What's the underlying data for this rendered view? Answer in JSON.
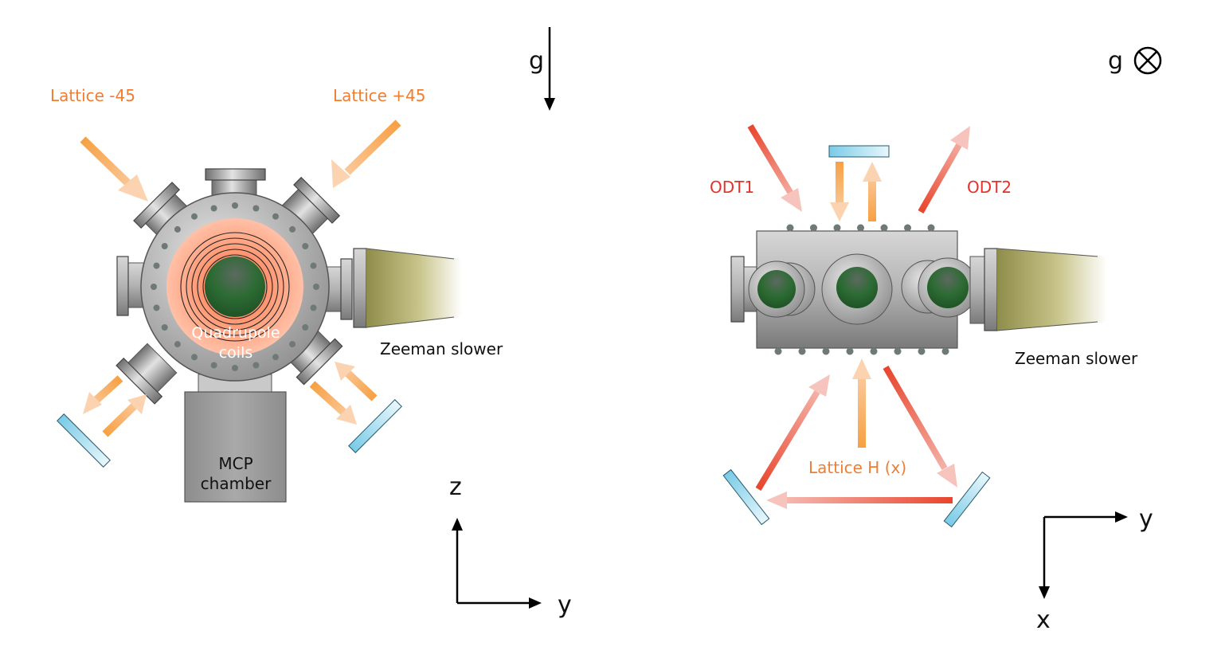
{
  "left_panel": {
    "gravity_label": "g",
    "lattice_minus45": "Lattice -45",
    "lattice_plus45": "Lattice +45",
    "coils_line1": "Quadrupole",
    "coils_line2": "coils",
    "zeeman": "Zeeman slower",
    "mcp_line1": "MCP",
    "mcp_line2": "chamber",
    "axis_vertical": "z",
    "axis_horizontal": "y"
  },
  "right_panel": {
    "gravity_label": "g",
    "odt1": "ODT1",
    "odt2": "ODT2",
    "lattice_h": "Lattice H (x)",
    "zeeman": "Zeeman slower",
    "axis_horizontal": "y",
    "axis_vertical": "x"
  },
  "colors": {
    "lattice": "#f7a043",
    "odt": "#e8452c",
    "label_orange": "#ef7d32",
    "label_red": "#e8302a",
    "mirror": "#9fdcf0",
    "window_green": "#2c6b33",
    "steel": "#a8a8a8"
  }
}
